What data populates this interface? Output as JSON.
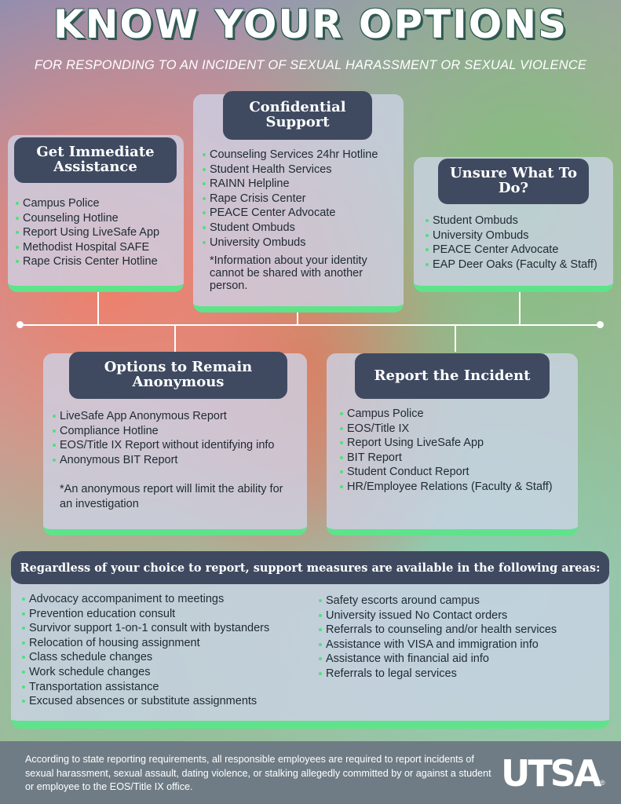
{
  "title": "KNOW YOUR OPTIONS",
  "subtitle": "FOR RESPONDING TO AN INCIDENT OF SEXUAL HARASSMENT OR SEXUAL VIOLENCE",
  "immediate": {
    "header": "Get Immediate Assistance",
    "items": [
      "Campus Police",
      "Counseling Hotline",
      "Report Using LiveSafe App",
      "Methodist Hospital SAFE",
      "Rape Crisis Center Hotline"
    ]
  },
  "confidential": {
    "header": "Confidential Support",
    "items": [
      "Counseling Services 24hr Hotline",
      "Student Health Services",
      "RAINN Helpline",
      "Rape Crisis Center",
      "PEACE Center Advocate",
      "Student Ombuds",
      "University Ombuds"
    ],
    "note": "*Information about your identity cannot be shared with another person."
  },
  "unsure": {
    "header": "Unsure What To Do?",
    "items": [
      "Student Ombuds",
      "University Ombuds",
      "PEACE Center Advocate",
      "EAP Deer Oaks (Faculty & Staff)"
    ]
  },
  "anonymous": {
    "header": "Options to Remain Anonymous",
    "items": [
      "LiveSafe App Anonymous Report",
      "Compliance Hotline",
      "EOS/Title IX Report without identifying info",
      "Anonymous BIT Report"
    ],
    "note": "*An anonymous report will limit the ability for an investigation"
  },
  "report": {
    "header": "Report the Incident",
    "items": [
      "Campus Police",
      "EOS/Title IX",
      "Report Using LiveSafe App",
      "BIT Report",
      "Student Conduct Report",
      "HR/Employee Relations (Faculty & Staff)"
    ]
  },
  "support": {
    "header": "Regardless of your choice to report, support measures are available in the following areas:",
    "left": [
      "Advocacy accompaniment to meetings",
      "Prevention education consult",
      "Survivor support 1-on-1 consult with bystanders",
      "Relocation of housing assignment",
      "Class schedule changes",
      "Work schedule changes",
      "Transportation assistance",
      "Excused absences or substitute assignments"
    ],
    "right": [
      "Safety escorts around campus",
      "University issued No Contact orders",
      "Referrals to counseling and/or health services",
      "Assistance with VISA and immigration info",
      "Assistance with financial aid info",
      "Referrals to legal services"
    ]
  },
  "footer": {
    "text": "According to state reporting requirements, all responsible employees are required to report incidents of sexual harassment, sexual assault, dating violence, or stalking allegedly committed by or against a student or employee to the EOS/Title IX office.",
    "logo": "UTSA",
    "logo_mark": "®"
  },
  "colors": {
    "header_bg": "#3f4a61",
    "accent_green": "#5fe38a",
    "card_bg": "#cdd4e8"
  }
}
